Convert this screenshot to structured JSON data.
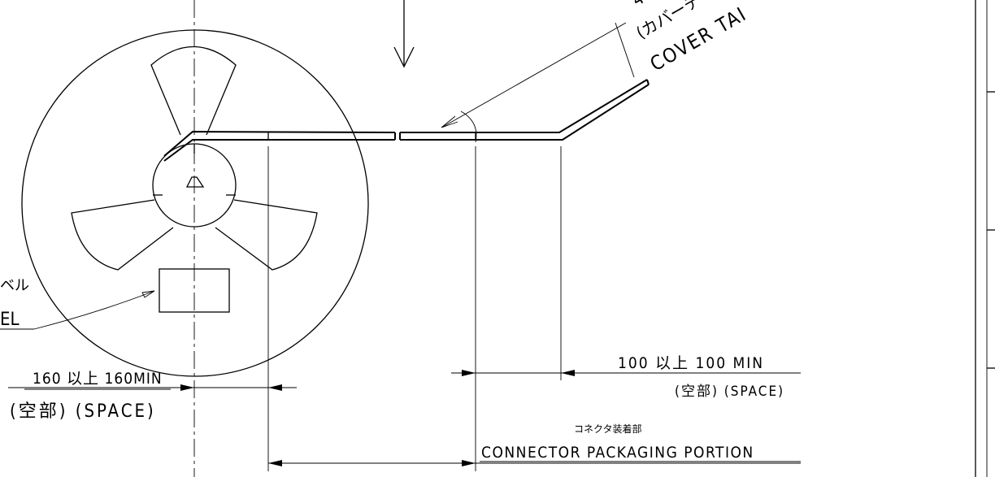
{
  "labels": {
    "cover_tape_dim_partial": "4",
    "cover_tape_jp_partial": "(カバーテ",
    "cover_tape_en_partial": "COVER TAI",
    "label_jp_partial": "ベル",
    "label_en_partial": "EL",
    "dim_left": "160 以上 160MIN",
    "space_left": "(空部) (SPACE)",
    "dim_right": "100 以上 100 MIN",
    "space_right": "(空部) (SPACE)",
    "connector_jp": "コネクタ装着部",
    "connector_en": "CONNECTOR PACKAGING PORTION"
  }
}
